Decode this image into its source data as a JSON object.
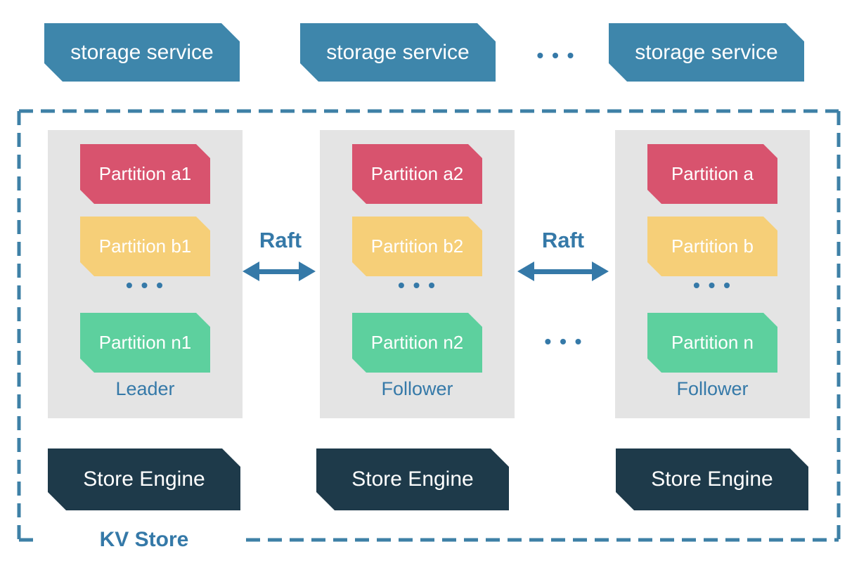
{
  "colors": {
    "service_blue": "#3e86ab",
    "partition_red": "#d8536e",
    "partition_yellow": "#f6cf78",
    "partition_green": "#5dd09e",
    "engine_navy": "#1e3a4a",
    "node_gray": "#e4e4e4",
    "accent_blue": "#3579a8",
    "dash_blue": "#3e80a6",
    "white": "#ffffff"
  },
  "storage_row": {
    "services": [
      {
        "label": "storage service"
      },
      {
        "label": "storage service"
      },
      {
        "label": "storage service"
      }
    ],
    "ellipsis": "• • •"
  },
  "kv_store": {
    "label": "KV Store",
    "nodes_ellipsis": "• • •",
    "raft_links": [
      {
        "label": "Raft"
      },
      {
        "label": "Raft"
      }
    ],
    "nodes": [
      {
        "role": "Leader",
        "engine": "Store Engine",
        "partitions_ellipsis": "• • •",
        "partitions": [
          {
            "label": "Partition a1",
            "color": "#d8536e"
          },
          {
            "label": "Partition b1",
            "color": "#f6cf78"
          },
          {
            "label": "Partition n1",
            "color": "#5dd09e"
          }
        ]
      },
      {
        "role": "Follower",
        "engine": "Store Engine",
        "partitions_ellipsis": "• • •",
        "partitions": [
          {
            "label": "Partition a2",
            "color": "#d8536e"
          },
          {
            "label": "Partition b2",
            "color": "#f6cf78"
          },
          {
            "label": "Partition n2",
            "color": "#5dd09e"
          }
        ]
      },
      {
        "role": "Follower",
        "engine": "Store Engine",
        "partitions_ellipsis": "• • •",
        "partitions": [
          {
            "label": "Partition a",
            "color": "#d8536e"
          },
          {
            "label": "Partition b",
            "color": "#f6cf78"
          },
          {
            "label": "Partition n",
            "color": "#5dd09e"
          }
        ]
      }
    ]
  }
}
